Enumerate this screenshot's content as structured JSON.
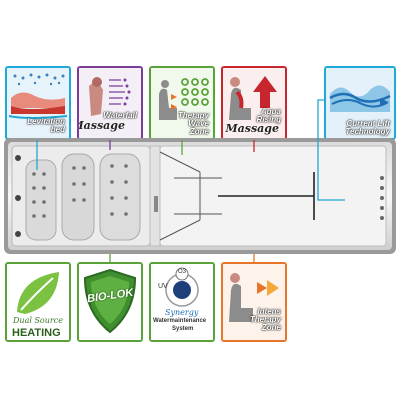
{
  "colors": {
    "cyan": "#1fa9d6",
    "purple": "#7a3e98",
    "green": "#5aa33a",
    "red": "#c8262e",
    "orange": "#e8762a",
    "gray_frame": "#8a8a8a"
  },
  "features_top": [
    {
      "name": "Levitation bed",
      "lines": [
        "Levitation",
        "bed"
      ],
      "icon": "levitation-bed-icon",
      "border": "cyan"
    },
    {
      "name": "Waterfall Massage",
      "lines": [
        "Waterfall",
        "Massage"
      ],
      "icon": "waterfall-icon",
      "border": "purple"
    },
    {
      "name": "Therapy Wave Zone",
      "lines": [
        "Therapy",
        "Wave",
        "Zone"
      ],
      "icon": "therapy-wave-icon",
      "border": "green"
    },
    {
      "name": "Aqua Rising Massage",
      "lines": [
        "Aqua",
        "Rising",
        "Massage"
      ],
      "icon": "aqua-rising-icon",
      "border": "red"
    },
    {
      "name": "Current Lift Technology",
      "lines": [
        "Current Lift",
        "Technology"
      ],
      "icon": "current-lift-icon",
      "border": "cyan"
    }
  ],
  "features_bottom": [
    {
      "name": "Dual Source HEATING",
      "line1": "Dual Source",
      "line2": "HEATING",
      "icon": "leaf-icon",
      "border": "green"
    },
    {
      "name": "BIO-LOK",
      "line1": "BIO-LOK",
      "icon": "bio-lok-shield-icon",
      "border": "green"
    },
    {
      "name": "Synergy Watermaintenance System",
      "lines": [
        "Synergy",
        "Watermaintenance",
        "System"
      ],
      "labels": [
        "UV",
        "O3"
      ],
      "icon": "synergy-icon",
      "border": "green"
    },
    {
      "name": "Intens Therapy Zone",
      "lines": [
        "Intens",
        "Therapy",
        "Zone"
      ],
      "icon": "intens-therapy-icon",
      "border": "orange"
    }
  ]
}
